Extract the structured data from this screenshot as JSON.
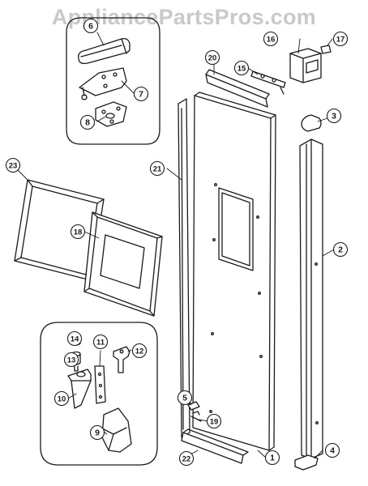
{
  "watermark": "AppliancePartsPros.com",
  "colors": {
    "line": "#1a1a1a",
    "watermark": "#c9c9c9",
    "background": "#ffffff"
  },
  "callouts": [
    "1",
    "2",
    "3",
    "4",
    "5",
    "6",
    "7",
    "8",
    "9",
    "10",
    "11",
    "12",
    "13",
    "14",
    "15",
    "16",
    "17",
    "18",
    "19",
    "20",
    "21",
    "22",
    "23"
  ]
}
